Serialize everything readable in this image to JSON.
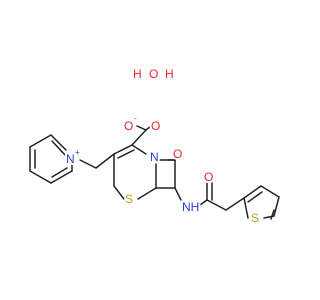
{
  "molecule": {
    "water": {
      "h1": "H",
      "o": "O",
      "h2": "H"
    },
    "carboxylate": {
      "o_single": "O",
      "charge": "-",
      "o_double": "O"
    },
    "lactam": {
      "o": "O",
      "n": "N"
    },
    "ring_s": "S",
    "pyridinium": {
      "n": "N",
      "charge": "+"
    },
    "amide": {
      "nh": "NH",
      "o": "O"
    },
    "thiophene_s": "S"
  },
  "colors": {
    "bond": "#222222",
    "oxygen": "#e8262b",
    "nitrogen": "#2a3fd4",
    "sulfur": "#b5a41b",
    "background": "#ffffff"
  }
}
